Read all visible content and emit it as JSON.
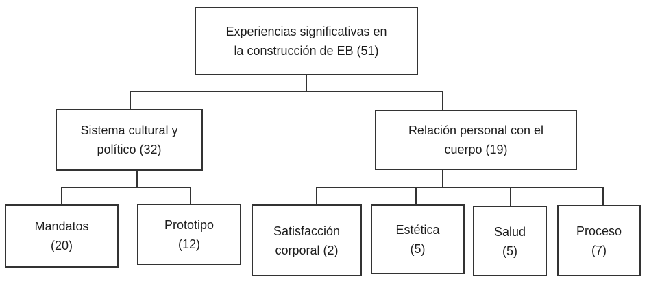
{
  "colors": {
    "background": "#ffffff",
    "box_border": "#333333",
    "connector": "#333333",
    "text": "#1d1d1d"
  },
  "tree": {
    "label": "Experiencias significativas en la construcción de EB (51)",
    "label_lines": [
      "Experiencias significativas en",
      "la construcción de EB (51)"
    ],
    "count": 51,
    "children": [
      {
        "label": "Sistema cultural y político (32)",
        "label_lines": [
          "Sistema cultural y",
          "político (32)"
        ],
        "count": 32,
        "children": [
          {
            "label": "Mandatos (20)",
            "label_lines": [
              "Mandatos",
              "(20)"
            ],
            "count": 20,
            "children": []
          },
          {
            "label": "Prototipo (12)",
            "label_lines": [
              "Prototipo",
              "(12)"
            ],
            "count": 12,
            "children": []
          }
        ]
      },
      {
        "label": "Relación personal con el cuerpo (19)",
        "label_lines": [
          "Relación personal con el",
          "cuerpo (19)"
        ],
        "count": 19,
        "children": [
          {
            "label": "Satisfacción corporal (2)",
            "label_lines": [
              "Satisfacción",
              "corporal (2)"
            ],
            "count": 2,
            "children": []
          },
          {
            "label": "Estética (5)",
            "label_lines": [
              "Estética",
              "(5)"
            ],
            "count": 5,
            "children": []
          },
          {
            "label": "Salud (5)",
            "label_lines": [
              "Salud",
              "(5)"
            ],
            "count": 5,
            "children": []
          },
          {
            "label": "Proceso (7)",
            "label_lines": [
              "Proceso",
              "(7)"
            ],
            "count": 7,
            "children": []
          }
        ]
      }
    ]
  }
}
